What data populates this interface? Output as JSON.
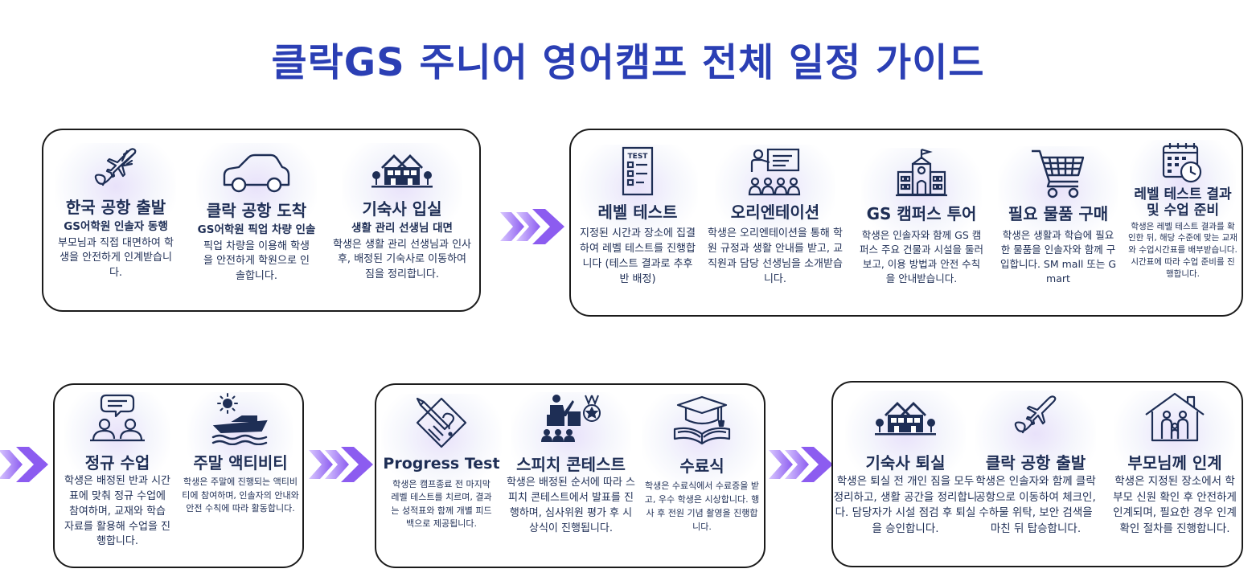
{
  "title": "클락GS 주니어 영어캠프 전체 일정 가이드",
  "steps": [
    {
      "icon": "airplane-icon",
      "title": "한국 공항 출발",
      "subtitle": "GS어학원 인솔자 동행",
      "desc": "부모님과 직접 대면하여 학생을 안전하게 인계받습니다."
    },
    {
      "icon": "car-icon",
      "title": "클락 공항 도착",
      "subtitle": "GS어학원 픽업 차량 인솔",
      "desc": "픽업 차량을 이용해 학생을 안전하게 학원으로 인솔합니다."
    },
    {
      "icon": "dormitory-icon",
      "title": "기숙사 입실",
      "subtitle": "생활 관리 선생님 대면",
      "desc": "학생은 생활 관리 선생님과 인사 후, 배정된 기숙사로 이동하여 짐을 정리합니다."
    },
    {
      "icon": "test-paper-icon",
      "title": "레벨 테스트",
      "subtitle": "",
      "desc": "지정된 시간과 장소에 집결하여 레벨 테스트를 진행합니다 (테스트 결과로 추후 반 배정)"
    },
    {
      "icon": "presentation-icon",
      "title": "오리엔테이션",
      "subtitle": "",
      "desc": "학생은 오리엔테이션을 통해 학원 규정과 생활 안내를 받고, 교직원과 담당 선생님을 소개받습니다."
    },
    {
      "icon": "campus-building-icon",
      "title": "GS 캠퍼스 투어",
      "subtitle": "",
      "desc": "학생은 인솔자와 함께 GS 캠퍼스 주요 건물과 시설을 둘러보고, 이용 방법과 안전 수칙을 안내받습니다."
    },
    {
      "icon": "shopping-cart-icon",
      "title": "필요 물품 구매",
      "subtitle": "",
      "desc": "학생은 생활과 학습에 필요한 물품을 인솔자와 함께 구입합니다. SM mall 또는 G mart"
    },
    {
      "icon": "calendar-clock-icon",
      "title": "레벨 테스트 결과 및 수업 준비",
      "subtitle": "",
      "desc": "학생은 레벨 테스트 결과를 확인한 뒤, 해당 수준에 맞는 교재와 수업시간표를 배부받습니다. 시간표에 따라 수업 준비를 진행합니다."
    },
    {
      "icon": "class-discussion-icon",
      "title": "정규 수업",
      "subtitle": "",
      "desc": "학생은 배정된 반과 시간표에 맞춰 정규 수업에 참여하며, 교재와 학습 자료를 활용해 수업을 진행합니다."
    },
    {
      "icon": "sun-boat-icon",
      "title": "주말 액티비티",
      "subtitle": "",
      "desc": "학생은 주말에 진행되는 액티비티에 참여하며, 인솔자의 안내와 안전 수칙에 따라 활동합니다."
    },
    {
      "icon": "pencil-exam-icon",
      "title": "Progress Test",
      "subtitle": "",
      "desc": "학생은 캠프종료 전 마지막 레벨 테스트를 치르며, 결과는 성적표와 함께 개별 피드백으로 제공됩니다."
    },
    {
      "icon": "speech-podium-icon",
      "title": "스피치 콘테스트",
      "subtitle": "",
      "desc": "학생은 배정된 순서에 따라 스피치 콘테스트에서 발표를 진행하며, 심사위원 평가 후 시상식이 진행됩니다."
    },
    {
      "icon": "graduation-cap-icon",
      "title": "수료식",
      "subtitle": "",
      "desc": "학생은 수료식에서 수료증을 받고, 우수 학생은 시상합니다. 행사 후 전원 기념 촬영을 진행합니다."
    },
    {
      "icon": "dormitory-icon",
      "title": "기숙사 퇴실",
      "subtitle": "",
      "desc": "학생은 퇴실 전 개인 짐을 모두 정리하고, 생활 공간을 정리합니다. 담당자가 시설 점검 후 퇴실을 승인합니다."
    },
    {
      "icon": "airplane-icon",
      "title": "클락 공항 출발",
      "subtitle": "",
      "desc": "학생은 인솔자와 함께 클락 공항으로 이동하여 체크인, 수하물 위탁, 보안 검색을 마친 뒤 탑승합니다."
    },
    {
      "icon": "family-house-icon",
      "title": "부모님께 인계",
      "subtitle": "",
      "desc": "학생은 지정된 장소에서 학부모 신원 확인 후 안전하게 인계되며, 필요한 경우 인계 확인 절차를 진행합니다."
    }
  ],
  "colors": {
    "title": "#2b3fb4",
    "text": "#1e2e55",
    "arrow": "#9b6cf0"
  }
}
